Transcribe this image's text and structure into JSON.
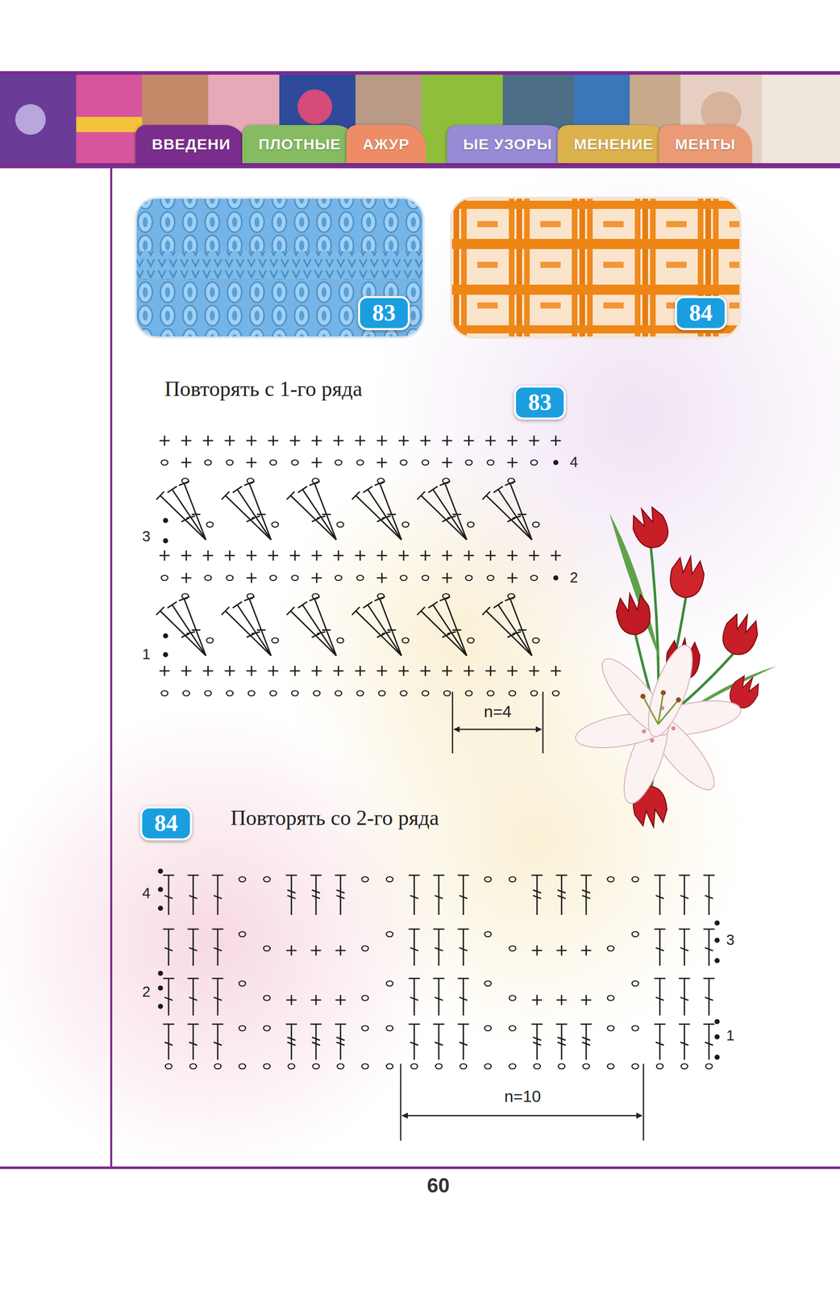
{
  "diagram": {
    "nodes": [
      {
        "text": [
          "ВВЕДЕНИ"
        ]
      },
      {
        "text": [
          "ПЛОТНЫЕ"
        ]
      },
      {
        "text": [
          "АЖУР"
        ]
      },
      {
        "text": [
          "ЫЕ УЗОРЫ"
        ]
      },
      {
        "text": [
          "МЕНЕНИЕ"
        ]
      },
      {
        "text": [
          "МЕНТЫ"
        ]
      },
      {
        "text": [
          "83"
        ]
      },
      {
        "text": [
          "84"
        ]
      },
      {
        "text": [
          "83"
        ]
      },
      {
        "text": [
          "84"
        ]
      }
    ],
    "labels": [
      "Повторять с 1-го ряда",
      "4",
      "3",
      "2",
      "1",
      "n=4",
      "Повторять со 2-го ряда",
      "4",
      "2",
      "3",
      "1",
      "n=10",
      "60"
    ]
  }
}
